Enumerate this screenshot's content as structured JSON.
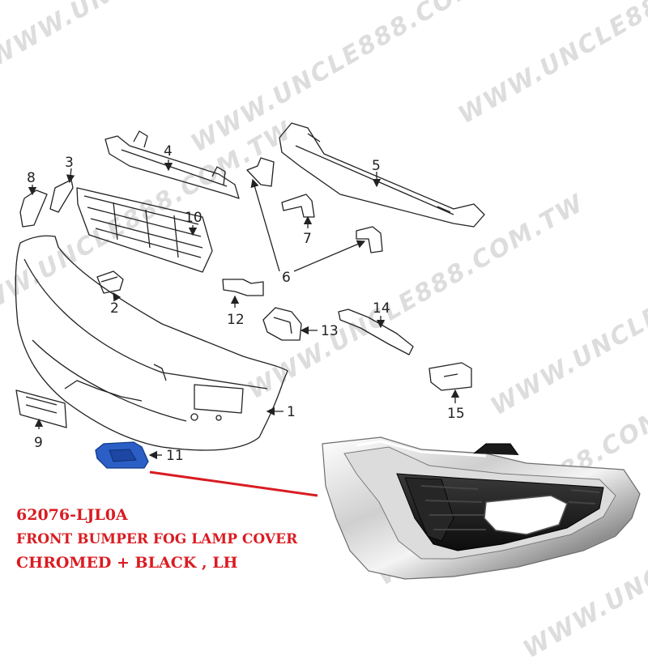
{
  "watermark": {
    "text": "WWW.UNCLE888.COM.TW"
  },
  "callouts": [
    "1",
    "2",
    "3",
    "4",
    "5",
    "6",
    "7",
    "8",
    "9",
    "10",
    "11",
    "12",
    "13",
    "14",
    "15"
  ],
  "part_info": {
    "part_number": "62076-LJL0A",
    "description": "FRONT BUMPER FOG LAMP COVER",
    "finish": "CHROMED + BLACK , LH"
  },
  "colors": {
    "highlight_part": "#2b5fc6",
    "caption_text": "#d91c22",
    "pointer_line": "#d91c22",
    "chrome_light": "#f2f2f2",
    "chrome_dark": "#7a7a7a",
    "black_trim": "#151515"
  }
}
